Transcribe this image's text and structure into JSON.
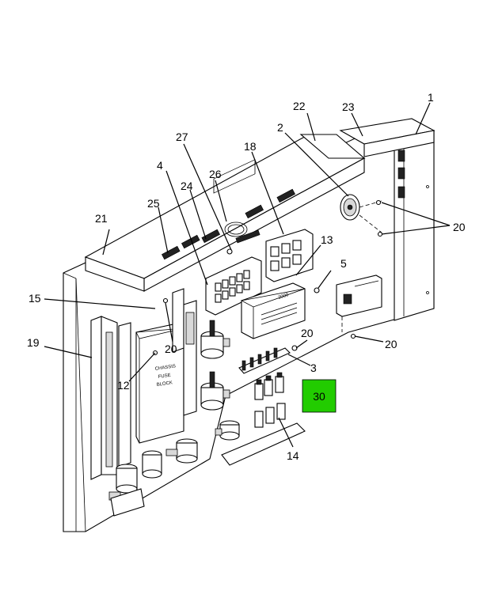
{
  "callouts": {
    "c1": "1",
    "c2": "2",
    "c3": "3",
    "c4": "4",
    "c5": "5",
    "c12": "12",
    "c13": "13",
    "c14": "14",
    "c15": "15",
    "c18": "18",
    "c19": "19",
    "c20a": "20",
    "c20b": "20",
    "c20c": "20",
    "c20d": "20",
    "c21": "21",
    "c22": "22",
    "c23": "23",
    "c24": "24",
    "c25": "25",
    "c26": "26",
    "c27": "27"
  },
  "highlight": {
    "label": "30",
    "color": "#22cc00"
  },
  "fuse_block": {
    "line1": "CHASSIS",
    "line2": "FUSE",
    "line3": "BLOCK"
  },
  "relay_panel": {
    "text": "2000"
  }
}
